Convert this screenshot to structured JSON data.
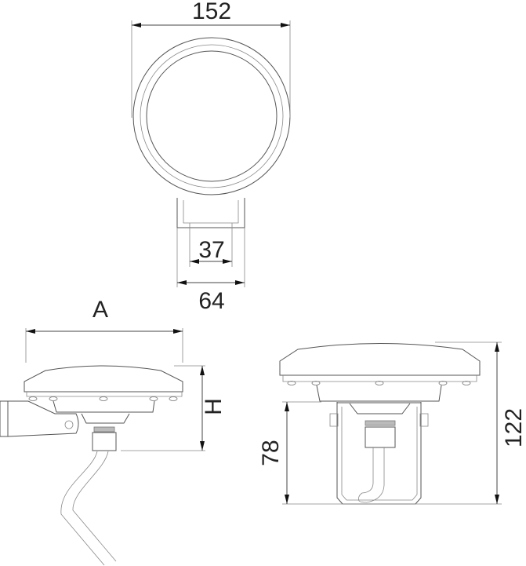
{
  "title": "Luminaire dimension drawing",
  "dimensions": {
    "top_width": "152",
    "bracket_inner": "37",
    "bracket_outer": "64",
    "side_width": "A",
    "side_height": "H",
    "front_lower_height": "78",
    "front_total_height": "122"
  }
}
